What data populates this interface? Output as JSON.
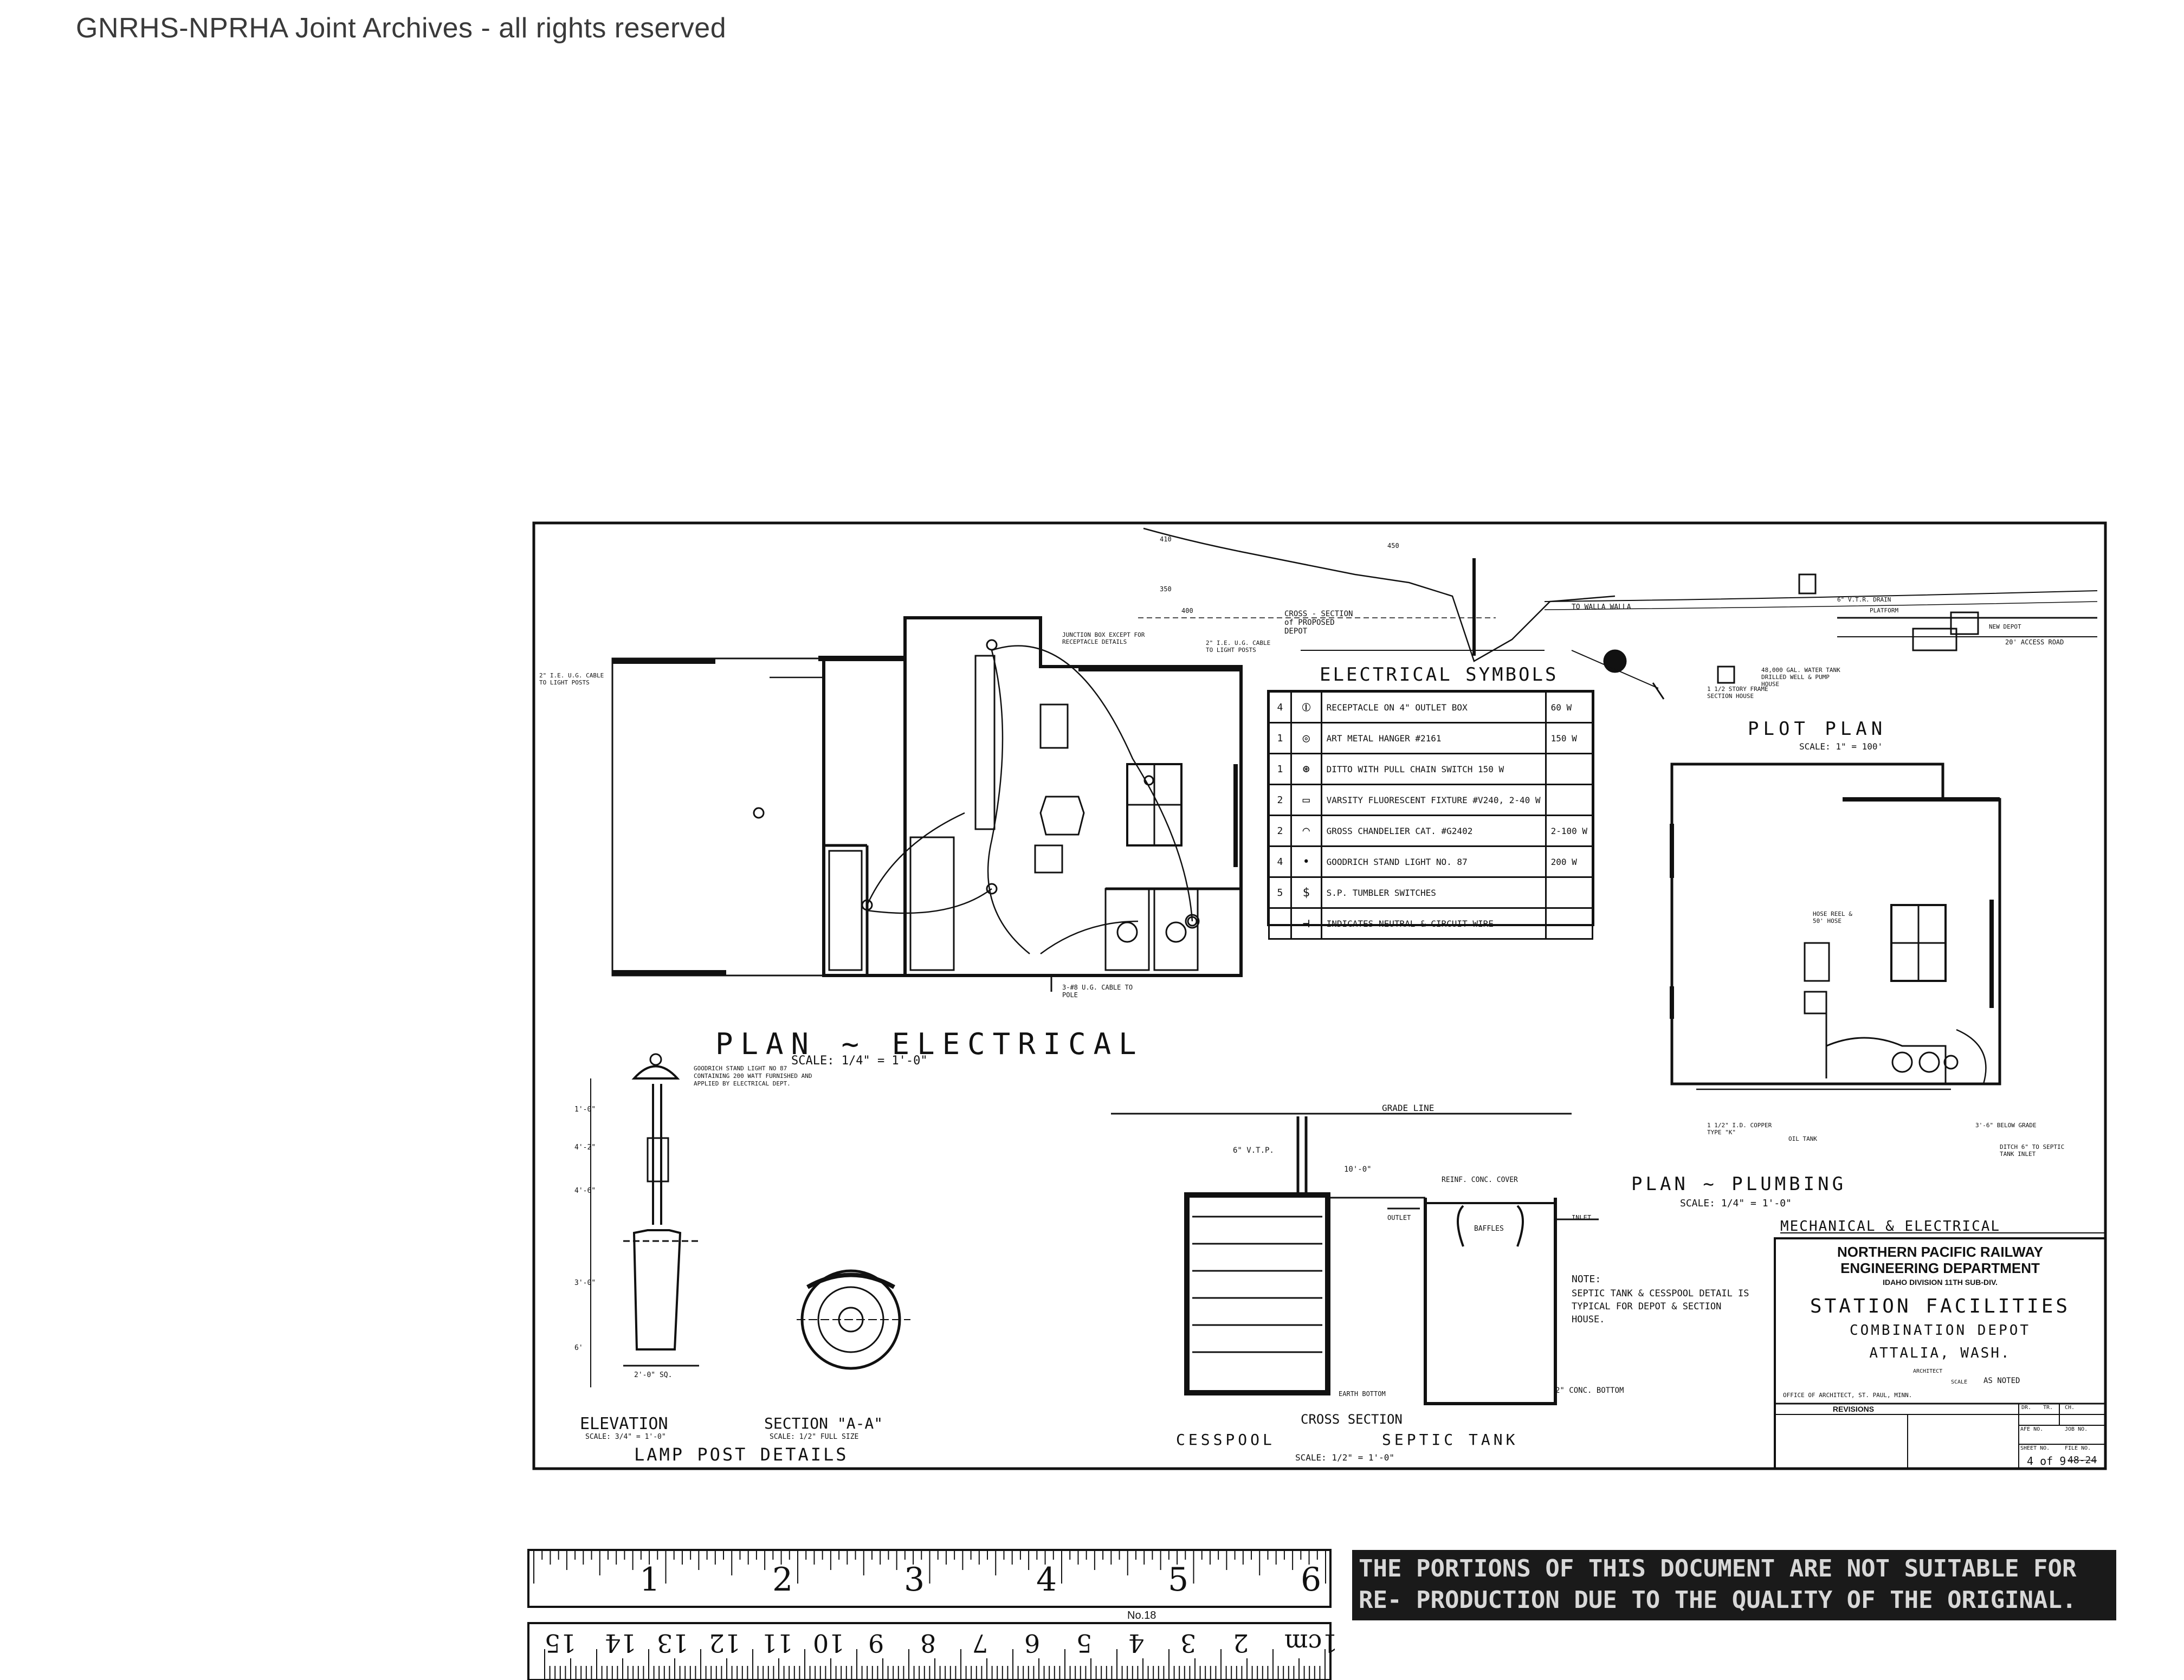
{
  "watermark": "GNRHS-NPRHA Joint Archives - all rights reserved",
  "titles": {
    "plan_electrical": "PLAN ~ ELECTRICAL",
    "plan_electrical_scale": "SCALE: 1/4\" = 1'-0\"",
    "electrical_symbols": "ELECTRICAL SYMBOLS",
    "plot_plan": "PLOT PLAN",
    "plot_plan_scale": "SCALE: 1\" = 100'",
    "plan_plumbing": "PLAN ~ PLUMBING",
    "plan_plumbing_scale": "SCALE: 1/4\" = 1'-0\"",
    "elevation": "ELEVATION",
    "elevation_scale": "SCALE: 3/4\" = 1'-0\"",
    "section_aa": "SECTION \"A-A\"",
    "section_aa_scale": "SCALE: 1/2\" FULL SIZE",
    "lamp_post_details": "LAMP POST DETAILS",
    "cross_section": "CROSS SECTION",
    "cesspool": "CESSPOOL",
    "septic_tank": "SEPTIC TANK",
    "cross_section_scale": "SCALE: 1/2\" = 1'-0\"",
    "mechanical_electrical": "MECHANICAL & ELECTRICAL",
    "cross_section_depot": "CROSS - SECTION of PROPOSED DEPOT"
  },
  "legend": [
    {
      "qty": "4",
      "symbol": "⦶",
      "desc": "RECEPTACLE ON 4\" OUTLET BOX",
      "watts": "60 W"
    },
    {
      "qty": "1",
      "symbol": "◎",
      "desc": "ART METAL HANGER #2161",
      "watts": "150 W"
    },
    {
      "qty": "1",
      "symbol": "⊛",
      "desc": "DITTO WITH PULL CHAIN SWITCH 150 W",
      "watts": ""
    },
    {
      "qty": "2",
      "symbol": "▭",
      "desc": "VARSITY FLUORESCENT FIXTURE #V240, 2-40 W",
      "watts": ""
    },
    {
      "qty": "2",
      "symbol": "◠",
      "desc": "GROSS CHANDELIER CAT. #G2402",
      "watts": "2-100 W"
    },
    {
      "qty": "4",
      "symbol": "•",
      "desc": "GOODRICH STAND LIGHT NO. 87",
      "watts": "200 W"
    },
    {
      "qty": "5",
      "symbol": "$",
      "desc": "S.P. TUMBLER SWITCHES",
      "watts": ""
    },
    {
      "qty": "",
      "symbol": "⊣",
      "desc": "INDICATES NEUTRAL & CIRCUIT WIRE",
      "watts": ""
    }
  ],
  "notes": {
    "note_label": "NOTE:",
    "note_text": "SEPTIC TANK & CESSPOOL DETAIL IS TYPICAL FOR DEPOT & SECTION HOUSE.",
    "grade_line": "GRADE LINE",
    "vtp": "6\" V.T.P.",
    "reinf_cover": "REINF. CONC. COVER",
    "outlet": "OUTLET",
    "baffles": "BAFFLES",
    "inlet": "INLET",
    "conc_bottom": "2\" CONC. BOTTOM",
    "earth_bottom": "EARTH BOTTOM",
    "dim_10": "10'-0\"",
    "lamp_note": "GOODRICH STAND LIGHT NO 87 CONTAINING 200 WATT FURNISHED AND APPLIED BY ELECTRICAL DEPT.",
    "ug_cable_left": "2\" I.E. U.G. CABLE TO LIGHT POSTS",
    "ug_cable_top": "2\" I.E. U.G. CABLE TO LIGHT POSTS",
    "ug_cable_pole": "3-#8 U.G. CABLE TO POLE",
    "junction_note": "JUNCTION BOX EXCEPT FOR RECEPTACLE DETAILS",
    "drilled_well": "48,000 GAL. WATER TANK DRILLED WELL & PUMP HOUSE",
    "to_walla_walla": "TO WALLA WALLA",
    "section_house": "1 1/2 STORY FRAME SECTION HOUSE",
    "access_road": "20' ACCESS ROAD",
    "new_depot": "NEW DEPOT",
    "platform": "PLATFORM",
    "hose_reel": "HOSE REEL & 50' HOSE",
    "oil_tank": "OIL TANK",
    "copper": "1 1/2\" I.D. COPPER TYPE \"K\"",
    "ditch": "DITCH 6\" TO SEPTIC TANK INLET",
    "below_grade": "3'-6\" BELOW GRADE",
    "elev_dims": [
      "1'-0\"",
      "4'-6\"",
      "3'-0\"",
      "6'",
      "2'-0\" SQ.",
      "4'-2\""
    ],
    "plot_numbers": [
      "410",
      "350",
      "400",
      "450"
    ],
    "plumbing_vtr": "6\" V.T.R. DRAIN"
  },
  "title_block": {
    "company": "NORTHERN PACIFIC RAILWAY",
    "department": "ENGINEERING DEPARTMENT",
    "division": "IDAHO DIVISION   11TH SUB-DIV.",
    "project": "STATION FACILITIES",
    "subject": "COMBINATION DEPOT",
    "location": "ATTALIA, WASH.",
    "architect_label": "ARCHITECT",
    "scale_label": "SCALE",
    "scale_value": "AS NOTED",
    "office": "OFFICE OF ARCHITECT, ST. PAUL, MINN.",
    "revisions_label": "REVISIONS",
    "dr_label": "DR.",
    "tr_label": "TR.",
    "ch_label": "CH.",
    "afe_label": "AFE NO.",
    "job_label": "JOB NO.",
    "file_label": "FILE NO.",
    "sheet_label": "SHEET NO.",
    "sheet_value": "4 of 9",
    "file_value": "48-24"
  },
  "ruler": {
    "inch_labels": [
      "1",
      "2",
      "3",
      "4",
      "5",
      "6"
    ],
    "cm_labels": [
      "1cm",
      "2",
      "3",
      "4",
      "5",
      "6",
      "7",
      "8",
      "9",
      "10",
      "11",
      "12",
      "13",
      "14",
      "15"
    ],
    "brand": "No.18"
  },
  "warning": "THE PORTIONS OF THIS DOCUMENT ARE NOT SUITABLE FOR RE- PRODUCTION DUE TO THE QUALITY OF THE ORIGINAL."
}
